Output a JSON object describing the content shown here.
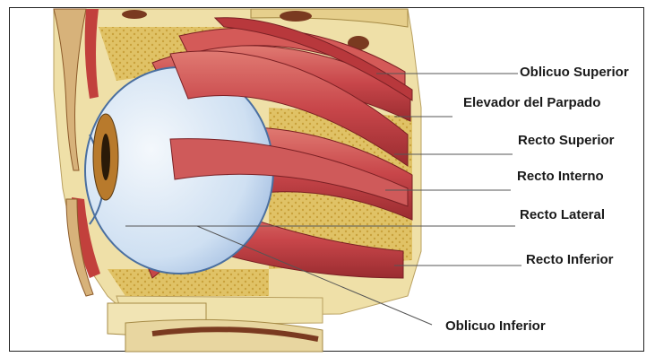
{
  "labels": {
    "oblicuo_superior": "Oblicuo Superior",
    "elevador_parpado": "Elevador del Parpado",
    "recto_superior": "Recto Superior",
    "recto_interno": "Recto Interno",
    "recto_lateral": "Recto Lateral",
    "recto_inferior": "Recto Inferior",
    "oblicuo_inferior": "Oblicuo Inferior"
  },
  "colors": {
    "muscle": "#c8464a",
    "muscle_dark": "#8e2429",
    "fat": "#e2c468",
    "bone": "#efe0a8",
    "sclera": "#d8e6f4",
    "iris": "#b87a2c",
    "outline": "#4a6fa0"
  }
}
